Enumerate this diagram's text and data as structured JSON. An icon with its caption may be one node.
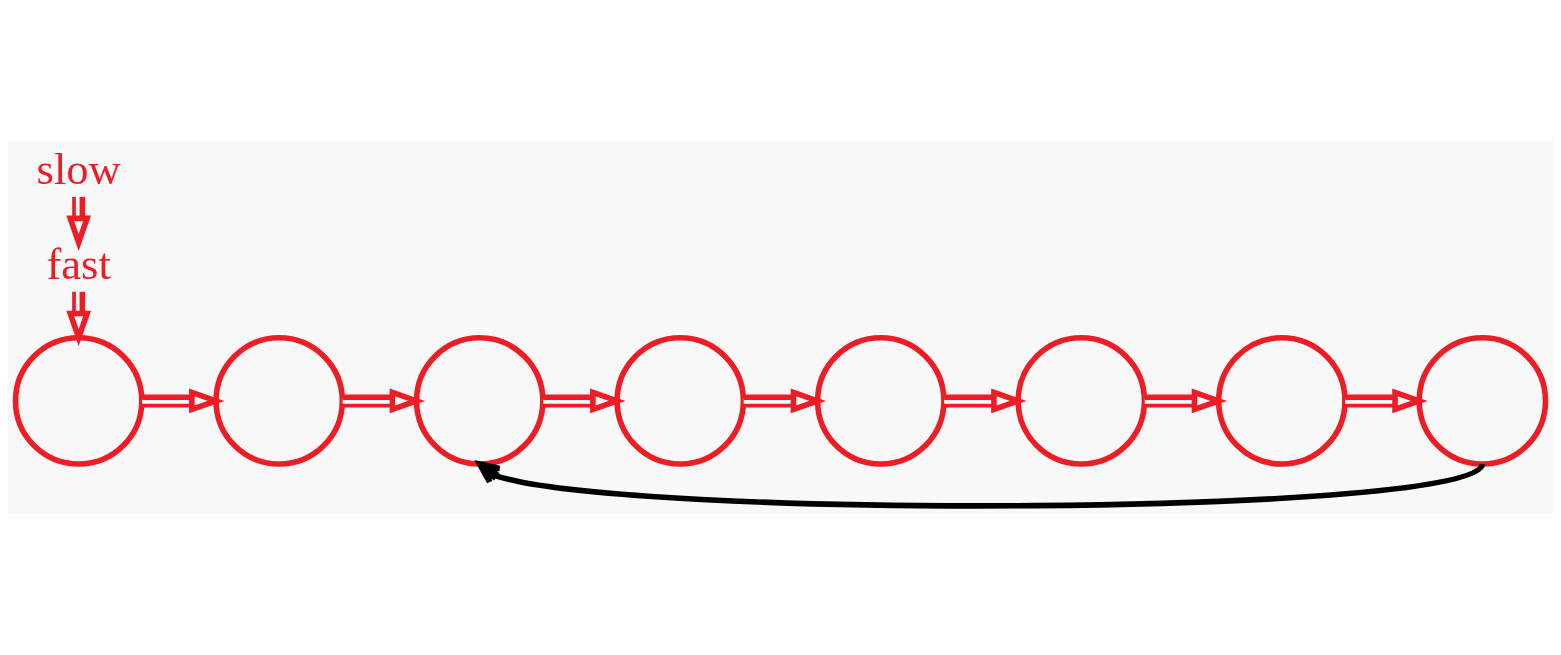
{
  "diagram": {
    "nodes": [
      {
        "text": [
          "slow"
        ]
      },
      {
        "text": [
          "fast"
        ]
      },
      {
        "text": [],
        "shape": "circle"
      },
      {
        "text": [],
        "shape": "circle"
      },
      {
        "text": [],
        "shape": "circle"
      },
      {
        "text": [],
        "shape": "circle"
      },
      {
        "text": [],
        "shape": "circle"
      },
      {
        "text": [],
        "shape": "circle"
      },
      {
        "text": [],
        "shape": "circle"
      },
      {
        "text": [],
        "shape": "circle"
      }
    ],
    "edges": [
      {
        "from": 0,
        "to": 1,
        "arrow": "to"
      },
      {
        "from": 1,
        "to": 2,
        "arrow": "to"
      },
      {
        "from": 2,
        "to": 3,
        "arrow": "to"
      },
      {
        "from": 3,
        "to": 4,
        "arrow": "to"
      },
      {
        "from": 4,
        "to": 5,
        "arrow": "to"
      },
      {
        "from": 5,
        "to": 6,
        "arrow": "to"
      },
      {
        "from": 6,
        "to": 7,
        "arrow": "to"
      },
      {
        "from": 7,
        "to": 8,
        "arrow": "to"
      },
      {
        "from": 8,
        "to": 9,
        "arrow": "to"
      },
      {
        "from": 9,
        "to": 4,
        "arrow": "to",
        "color": "#000000"
      }
    ]
  }
}
